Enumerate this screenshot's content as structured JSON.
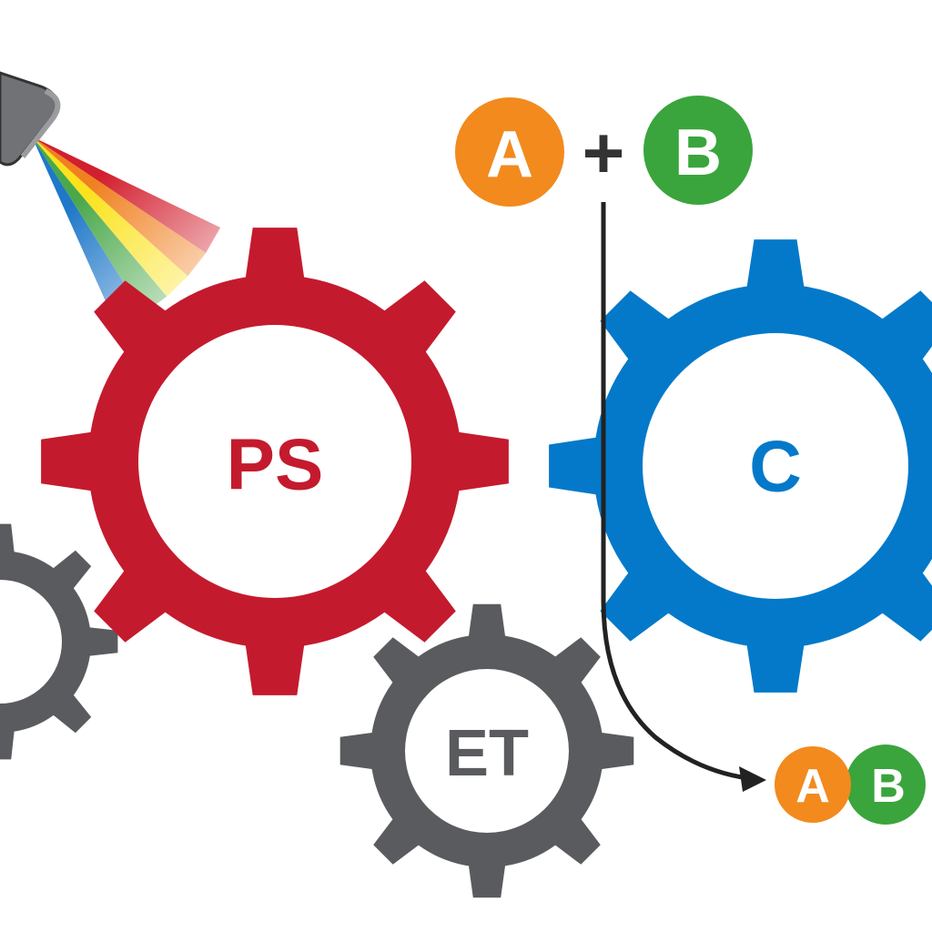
{
  "gears": {
    "ps": {
      "label": "PS",
      "color": "#c41a2e"
    },
    "c": {
      "label": "C",
      "color": "#0479c9"
    },
    "et": {
      "label": "ET",
      "color": "#5a5b5e"
    },
    "left": {
      "color": "#5a5b5e"
    }
  },
  "reaction": {
    "input_a": "A",
    "plus": "+",
    "input_b": "B",
    "output_a": "A",
    "output_b": "B",
    "color_a": "#f28a1e",
    "color_b": "#3aa53c"
  },
  "light_source": {
    "icon": "lamp-icon",
    "beam_colors": [
      "#d21f2e",
      "#f08020",
      "#fbe21a",
      "#4aa84a",
      "#1f78c8"
    ]
  }
}
